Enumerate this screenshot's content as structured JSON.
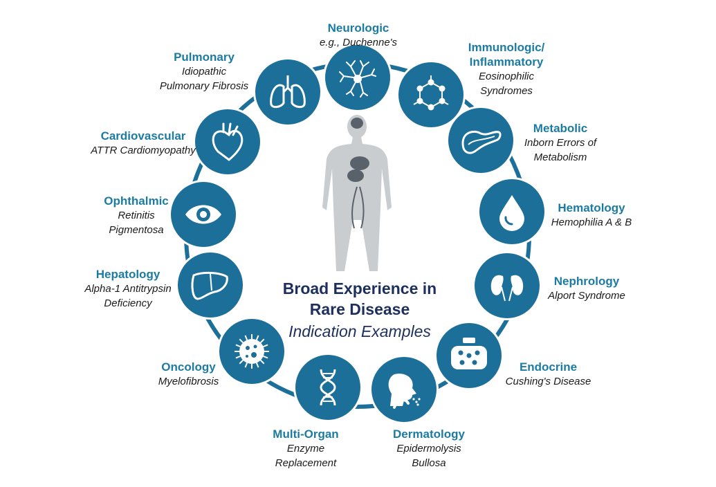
{
  "center": {
    "line1": "Broad Experience in",
    "line2": "Rare Disease",
    "line3": "Indication Examples"
  },
  "colors": {
    "circle": "#1c6f99",
    "ring": "#1c6f99",
    "title": "#1b7ba3",
    "center_text": "#1c2f5e",
    "body": "#c9cdd0",
    "organs": "#59616a"
  },
  "indications": [
    {
      "id": "neurologic",
      "title": "Neurologic",
      "sub": [
        "e.g., Duchenne's"
      ],
      "icon": "neuron-icon"
    },
    {
      "id": "immunologic",
      "title": "Immunologic/ Inflammatory",
      "title_lines": [
        "Immunologic/",
        "Inflammatory"
      ],
      "sub": [
        "Eosinophilic",
        "Syndromes"
      ],
      "icon": "molecule-icon"
    },
    {
      "id": "metabolic",
      "title": "Metabolic",
      "sub": [
        "Inborn Errors of",
        "Metabolism"
      ],
      "icon": "pancreas-icon"
    },
    {
      "id": "hematology",
      "title": "Hematology",
      "sub": [
        "Hemophilia A & B"
      ],
      "icon": "blood-drop-icon"
    },
    {
      "id": "nephrology",
      "title": "Nephrology",
      "sub": [
        "Alport Syndrome"
      ],
      "icon": "kidneys-icon"
    },
    {
      "id": "endocrine",
      "title": "Endocrine",
      "sub": [
        "Cushing's Disease"
      ],
      "icon": "adrenal-icon"
    },
    {
      "id": "dermatology",
      "title": "Dermatology",
      "sub": [
        "Epidermolysis",
        "Bullosa"
      ],
      "icon": "face-skin-icon"
    },
    {
      "id": "multi-organ",
      "title": "Multi-Organ",
      "sub": [
        "Enzyme",
        "Replacement"
      ],
      "icon": "dna-icon"
    },
    {
      "id": "oncology",
      "title": "Oncology",
      "sub": [
        "Myelofibrosis"
      ],
      "icon": "cancer-cell-icon"
    },
    {
      "id": "hepatology",
      "title": "Hepatology",
      "sub": [
        "Alpha-1 Antitrypsin",
        "Deficiency"
      ],
      "icon": "liver-icon"
    },
    {
      "id": "ophthalmic",
      "title": "Ophthalmic",
      "sub": [
        "Retinitis",
        "Pigmentosa"
      ],
      "icon": "eye-icon"
    },
    {
      "id": "cardiovascular",
      "title": "Cardiovascular",
      "sub": [
        "ATTR Cardiomyopathy"
      ],
      "icon": "heart-icon"
    },
    {
      "id": "pulmonary",
      "title": "Pulmonary",
      "sub": [
        "Idiopathic",
        "Pulmonary Fibrosis"
      ],
      "icon": "lungs-icon"
    }
  ]
}
